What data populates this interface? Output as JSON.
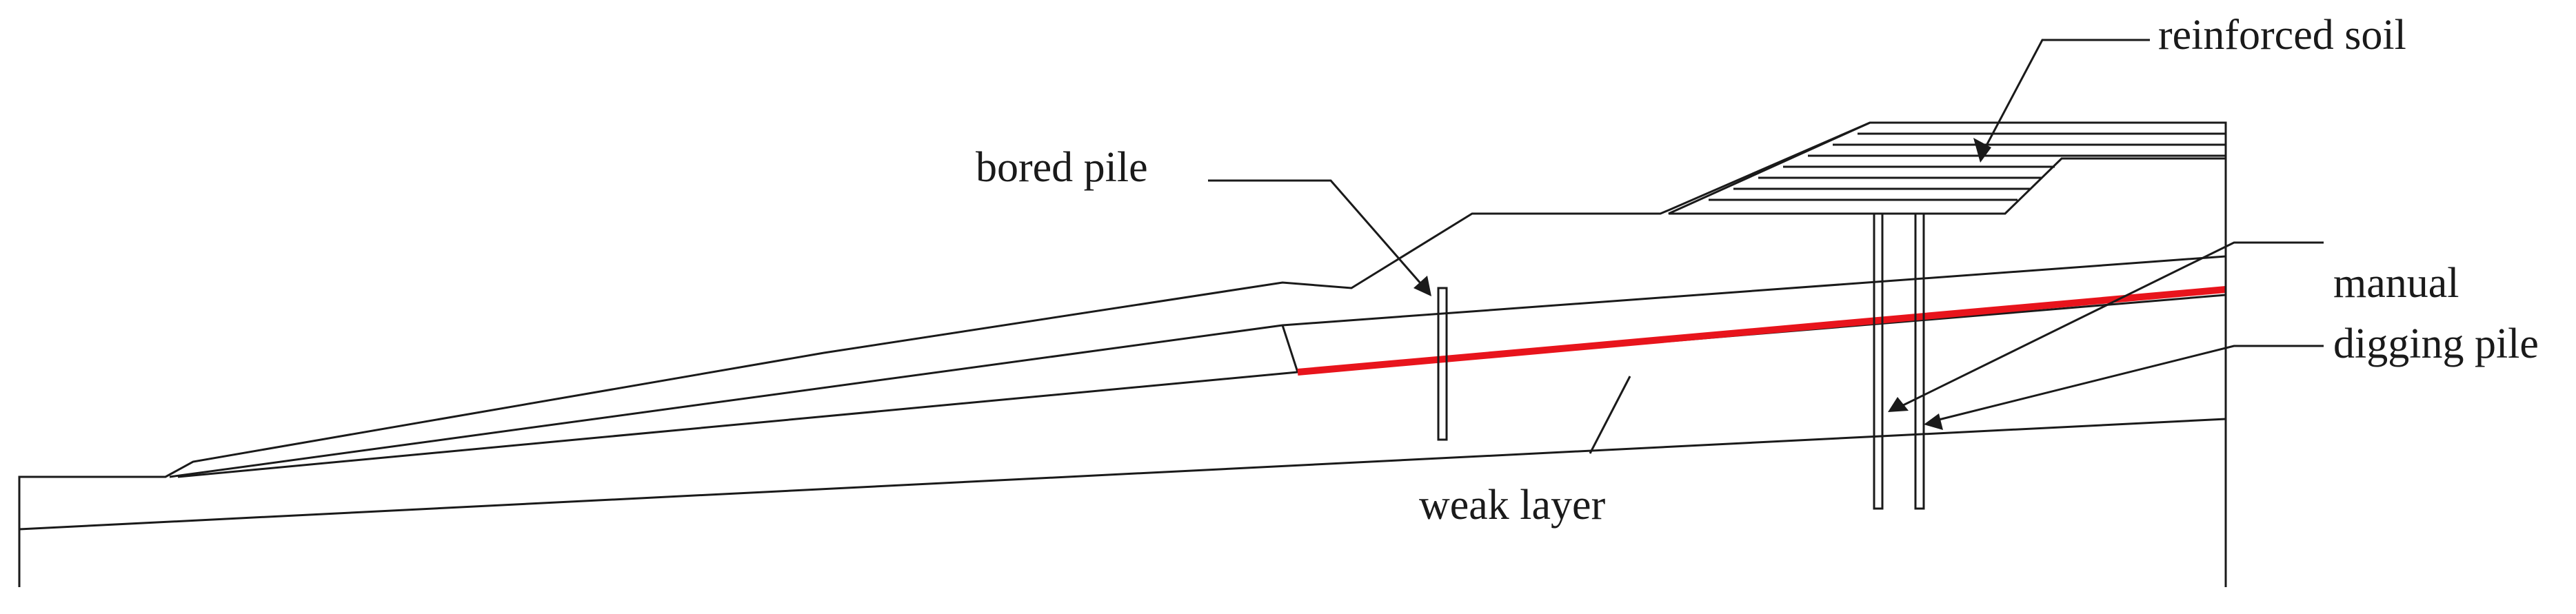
{
  "labels": {
    "reinforced_soil": "reinforced soil",
    "bored_pile": "bored pile",
    "manual_line1": "manual",
    "manual_line2": "digging pile",
    "weak_layer": "weak layer"
  },
  "colors": {
    "line": "#1a1a1a",
    "slip_surface": "#e8141c",
    "background": "#ffffff"
  }
}
